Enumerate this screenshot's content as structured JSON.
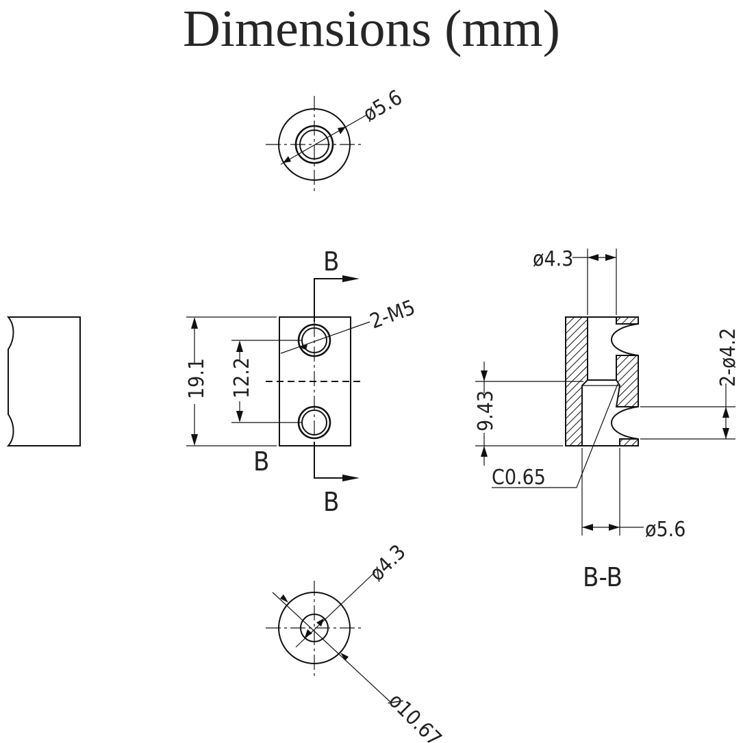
{
  "title": "Dimensions (mm)",
  "top_view": {
    "dia_label": "ø5.6"
  },
  "front_view": {
    "section_mark_top": "B",
    "section_mark_left": "B",
    "section_mark_bottom": "B",
    "hole_label": "2-M5",
    "height_label": "19.1",
    "hole_spacing_label": "12.2"
  },
  "section_view": {
    "title": "B-B",
    "top_bore_label": "ø4.3",
    "cross_holes_label": "2-ø4.2",
    "depth_label": "9.43",
    "chamfer_label": "C0.65",
    "bottom_bore_label": "ø5.6"
  },
  "bottom_view": {
    "inner_dia_label": "ø4.3",
    "outer_dia_label": "ø10.67"
  }
}
